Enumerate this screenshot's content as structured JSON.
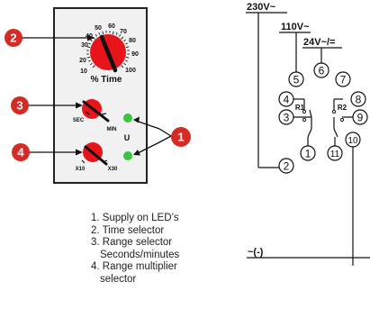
{
  "device": {
    "dial_scale": [
      "10",
      "20",
      "30",
      "40",
      "50",
      "60",
      "70",
      "80",
      "90",
      "100"
    ],
    "dial_caption": "% Time",
    "range_left": "SEC",
    "range_right": "MIN",
    "mult_left": "X10",
    "mult_right": "X30",
    "led_label": "U"
  },
  "callouts": [
    "2",
    "3",
    "4",
    "1"
  ],
  "wiring": {
    "supply_230": "230V~",
    "supply_110": "110V~",
    "supply_24": "24V~/=",
    "neutral": "~(-)",
    "relay1": "R1",
    "relay2": "R2",
    "terminals": [
      "5",
      "6",
      "4",
      "3",
      "2",
      "1",
      "7",
      "8",
      "9",
      "11",
      "10"
    ]
  },
  "legend": [
    "1. Supply on LED’s",
    "2. Time selector",
    "3. Range  selector",
    "Seconds/minutes",
    "4. Range multiplier",
    "selector"
  ],
  "colors": {
    "knob_red": "#e8141b",
    "callout_red": "#d52b25",
    "led_green": "#3cc43c",
    "panel_gray": "#f1f1f1"
  }
}
